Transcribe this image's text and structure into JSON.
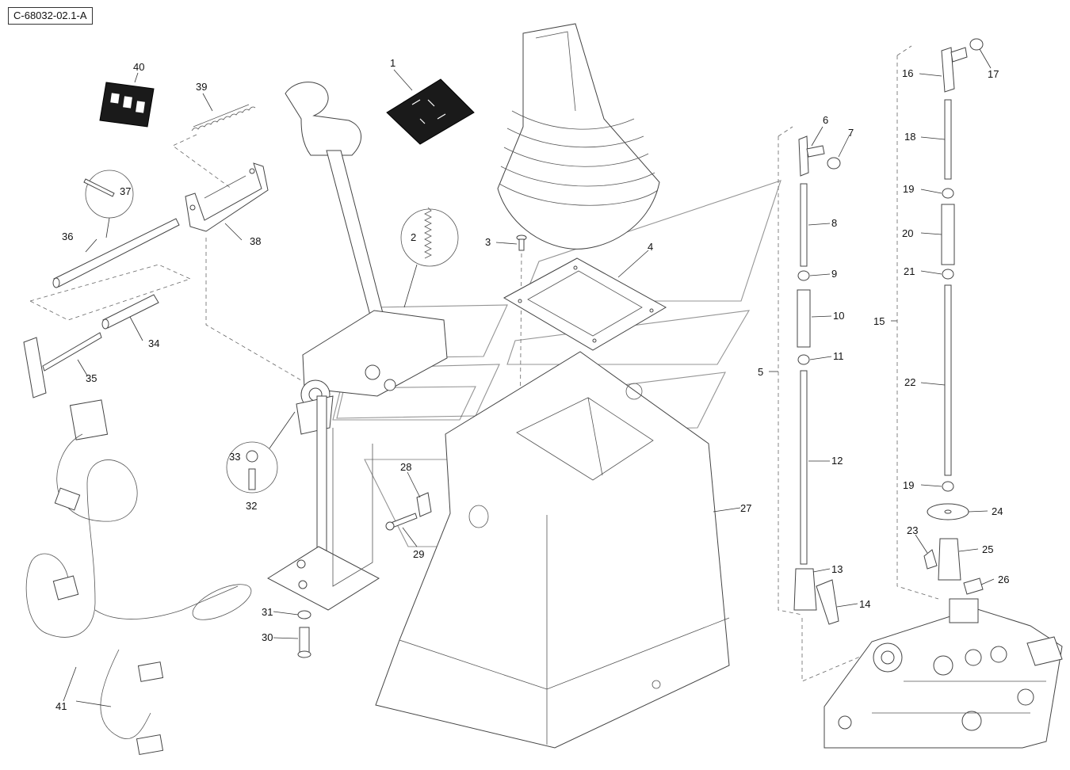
{
  "drawing": {
    "reference": "C-68032-02.1-A"
  },
  "callouts": {
    "n1": "1",
    "n2": "2",
    "n3": "3",
    "n4": "4",
    "n5": "5",
    "n6": "6",
    "n7": "7",
    "n8": "8",
    "n9": "9",
    "n10": "10",
    "n11": "11",
    "n12": "12",
    "n13": "13",
    "n14": "14",
    "n15": "15",
    "n16": "16",
    "n17": "17",
    "n18": "18",
    "n19a": "19",
    "n19b": "19",
    "n20": "20",
    "n21": "21",
    "n22": "22",
    "n23": "23",
    "n24": "24",
    "n25": "25",
    "n26": "26",
    "n27": "27",
    "n28": "28",
    "n29": "29",
    "n30": "30",
    "n31": "31",
    "n32": "32",
    "n33": "33",
    "n34": "34",
    "n35": "35",
    "n36": "36",
    "n37": "37",
    "n38": "38",
    "n39": "39",
    "n40": "40",
    "n41": "41"
  },
  "icons": {
    "decal_1": "control-pattern-decal-icon",
    "decal_40": "safety-lock-decal-icon",
    "watermark": "brand-watermark-logo"
  }
}
